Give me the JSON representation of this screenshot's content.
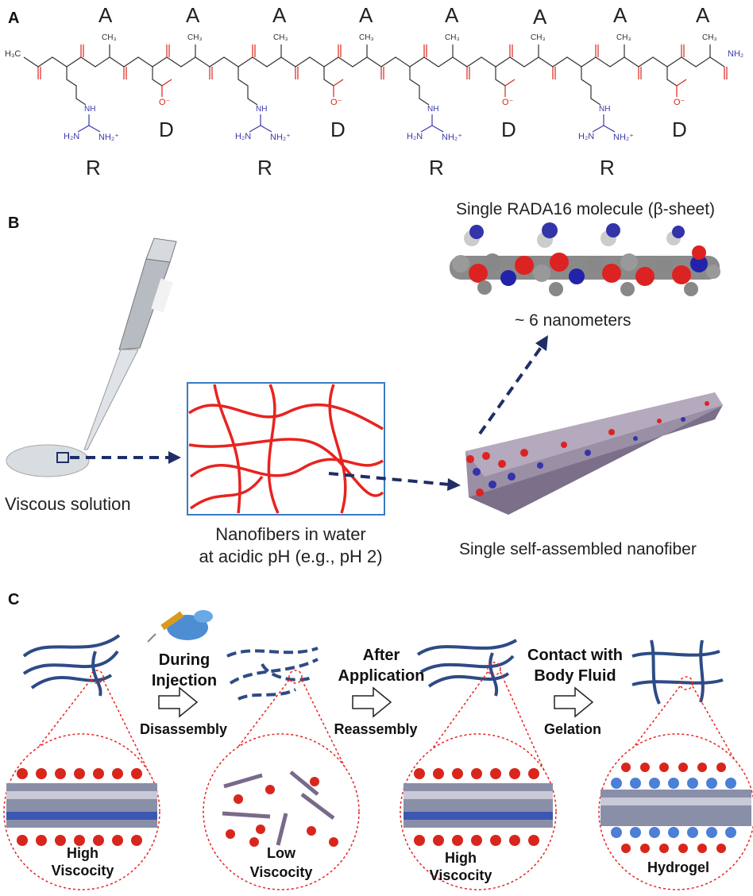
{
  "panels": {
    "a": "A",
    "b": "B",
    "c": "C"
  },
  "panel_a": {
    "residue_A": "A",
    "residue_D": "D",
    "residue_R": "R",
    "acetyl_cap": "H₃C",
    "amide_end": "NH₂",
    "guanidinium_left": "H₂N",
    "guanidinium_right": "NH₂⁺",
    "nh": "NH",
    "n": "N",
    "h": "H",
    "o": "O",
    "o_minus": "O⁻",
    "ch3": "CH₃"
  },
  "panel_b": {
    "molecule_title": "Single RADA16 molecule (β-sheet)",
    "scale": "~ 6 nanometers",
    "viscous": "Viscous solution",
    "nano_line1": "Nanofibers in water",
    "nano_line2": "at acidic pH (e.g., pH 2)",
    "single_fiber": "Single self-assembled nanofiber"
  },
  "panel_c": {
    "during_1": "During",
    "during_2": "Injection",
    "disassembly": "Disassembly",
    "after_1": "After",
    "after_2": "Application",
    "reassembly": "Reassembly",
    "contact_1": "Contact with",
    "contact_2": "Body Fluid",
    "gelation": "Gelation",
    "high_1": "High",
    "visc": "Viscocity",
    "low_1": "Low",
    "hydrogel": "Hydrogel"
  },
  "colors": {
    "red": "#e8231f",
    "navy": "#1f2f66",
    "fiber": "#2d4b86",
    "blue_box": "#3a7cc2",
    "atom_blue": "#3a3aaa",
    "atom_red": "#d9261c"
  }
}
